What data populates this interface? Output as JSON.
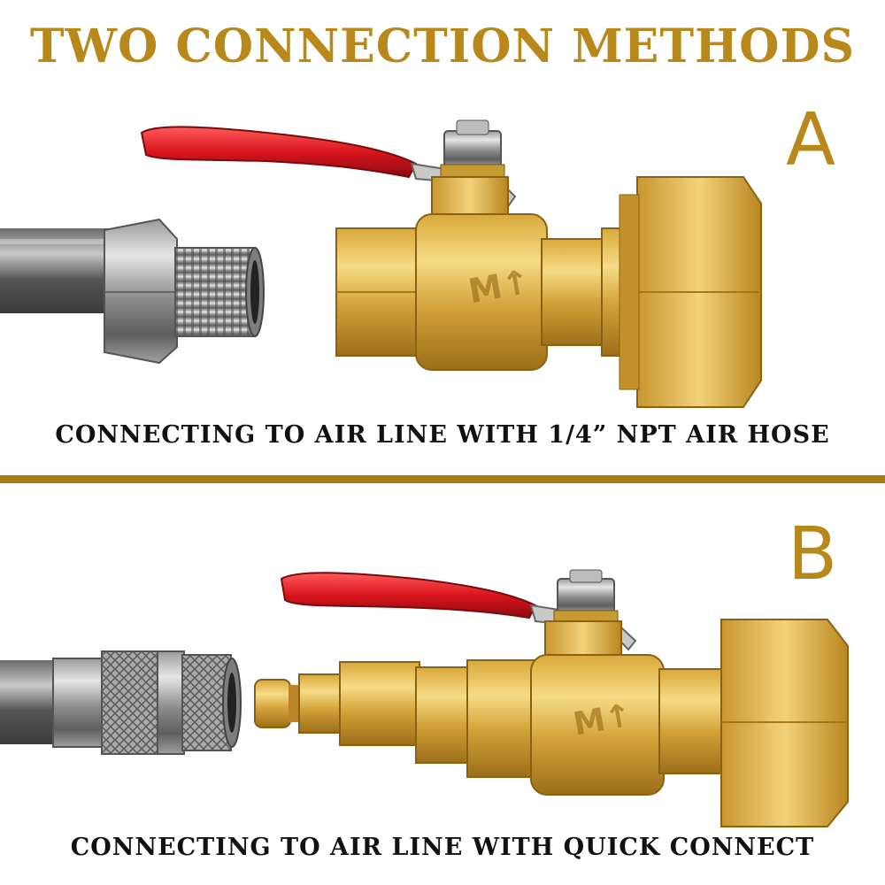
{
  "title": "TWO CONNECTION METHODS",
  "divider_color": "#a87a14",
  "accent_color": "#b8891a",
  "panels": [
    {
      "letter": "A",
      "caption": "CONNECTING TO AIR LINE WITH 1/4” NPT AIR HOSE",
      "valve_marking": "M↑"
    },
    {
      "letter": "B",
      "caption": "CONNECTING TO AIR LINE WITH QUICK CONNECT",
      "valve_marking": "M↑"
    }
  ]
}
